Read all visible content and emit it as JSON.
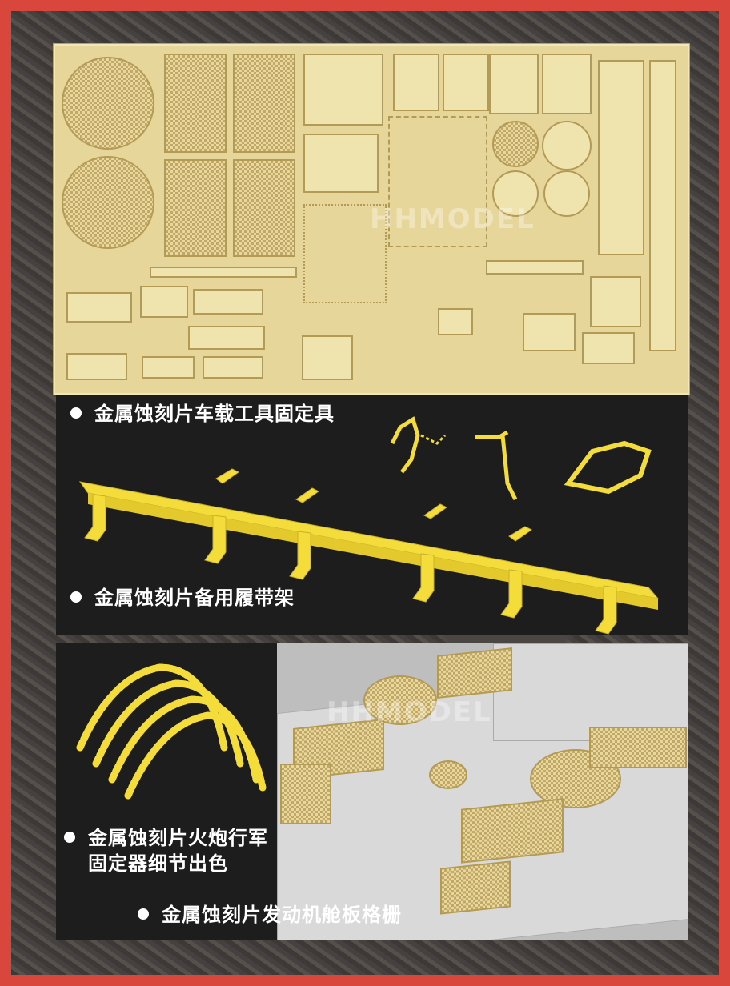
{
  "watermark_text": "HHMODEL",
  "captions": {
    "tool_mounts": "金属蚀刻片车载工具固定具",
    "track_rack": "金属蚀刻片备用履带架",
    "gun_travel_lock_1": "金属蚀刻片火炮行军",
    "gun_travel_lock_2": "固定器细节出色",
    "engine_grille": "金属蚀刻片发动机舱板格栅"
  },
  "colors": {
    "border_red": "#d9463b",
    "brass": "#e6d69a",
    "yellow_part": "#f4dd3a",
    "panel_dark": "#1e1d1d",
    "tank_grey": "#d9d9d9"
  }
}
